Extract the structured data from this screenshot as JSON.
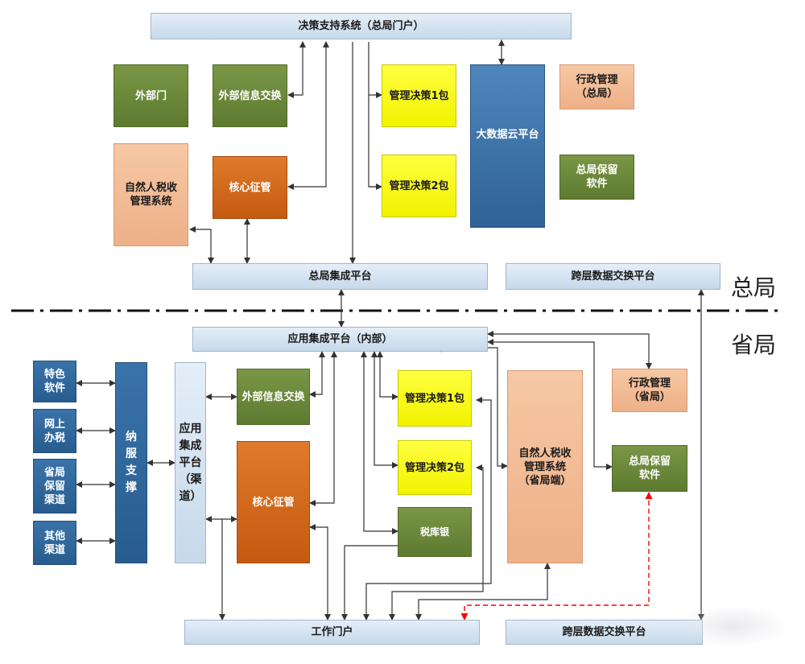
{
  "hq": {
    "decision_portal": "决策支持系统（总局门户）",
    "external_dept": "外部门",
    "external_exchange": "外部信息交换",
    "mgmt_pack1": "管理决策1包",
    "mgmt_pack2": "管理决策2包",
    "bigdata_cloud": "大数据云平台",
    "admin_mgmt": "行政管理（总局）",
    "retained_software": "总局保留软件",
    "nat_person_tax": "自然人税收管理系统",
    "core_collection": "核心征管",
    "integration_platform": "总局集成平台",
    "cross_layer_exchange": "跨层数据交换平台",
    "zone_label": "总局"
  },
  "province": {
    "zone_label": "省局",
    "app_integration_internal": "应用集成平台（内部）",
    "special_software": "特色软件",
    "online_tax": "网上办税",
    "provincial_retained_channel": "省局保留渠道",
    "other_channels": "其他渠道",
    "taxpayer_support": "纳服支撑",
    "app_integration_channel": "应用集成平台（渠道）",
    "external_exchange": "外部信息交换",
    "core_collection": "核心征管",
    "mgmt_pack1": "管理决策1包",
    "mgmt_pack2": "管理决策2包",
    "tax_treasury_bank": "税库银",
    "nat_person_tax_prov": "自然人税收管理系统（省局端）",
    "admin_mgmt": "行政管理（省局）",
    "retained_software": "总局保留软件",
    "work_portal": "工作门户",
    "cross_layer_exchange": "跨层数据交换平台"
  },
  "colors": {
    "platform": "#d6e4f1",
    "olive": "#6b8a3a",
    "orange": "#d2691e",
    "yellow": "#ffff00",
    "blue": "#3c74a8",
    "peach": "#f4bd96",
    "navy": "#2f679c",
    "connector": "#333333",
    "dashed_red": "#ff0000"
  }
}
